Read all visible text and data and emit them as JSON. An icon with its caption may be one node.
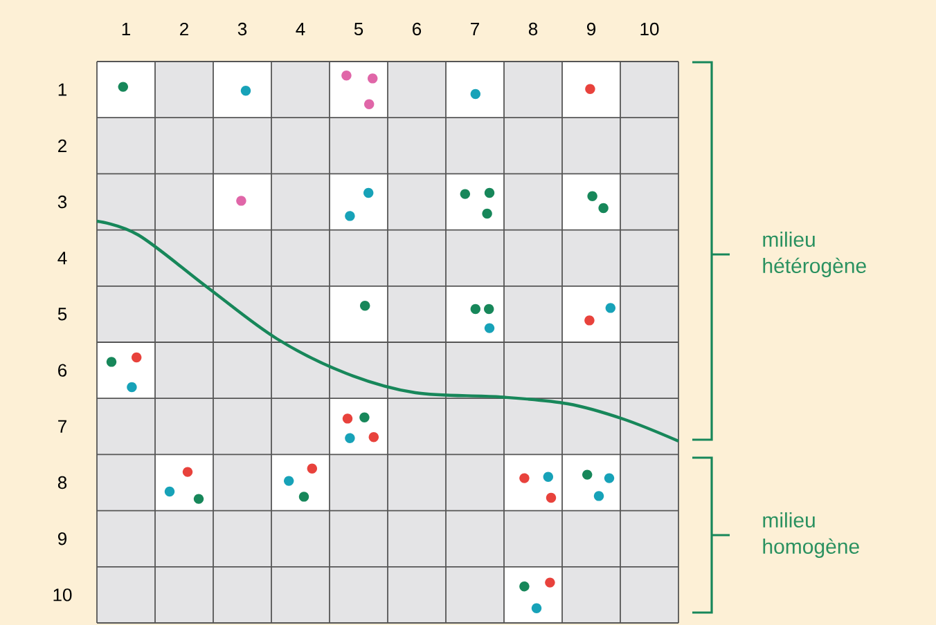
{
  "diagram": {
    "labels": [
      "1",
      "2",
      "3",
      "4",
      "5",
      "6",
      "7",
      "8",
      "9",
      "10",
      "1",
      "2",
      "3",
      "4",
      "5",
      "6",
      "7",
      "8",
      "9",
      "10",
      "milieu hétérogène",
      "milieu homogène"
    ]
  }
}
